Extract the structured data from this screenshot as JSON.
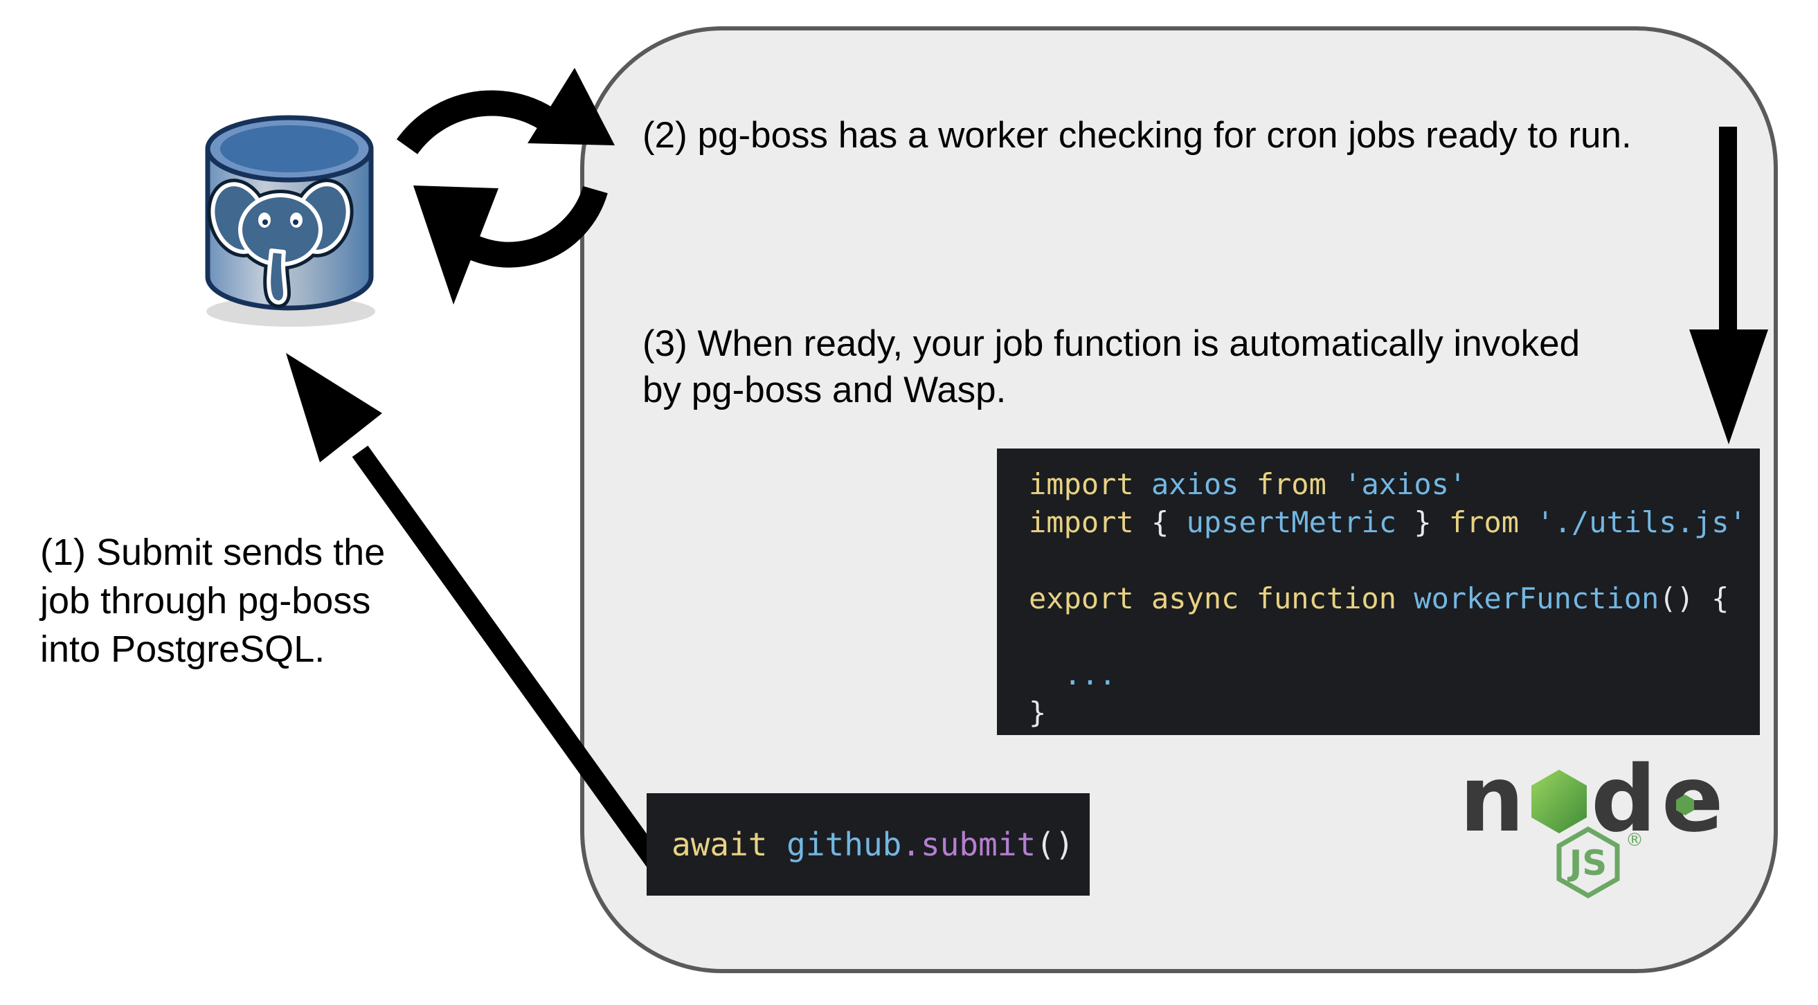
{
  "labels": {
    "step1_line1": "(1) Submit sends the",
    "step1_line2": "job through pg-boss",
    "step1_line3": "into PostgreSQL.",
    "step2": "(2) pg-boss has a worker checking for cron jobs ready to run.",
    "step3_line1": "(3) When ready, your job function is automatically invoked",
    "step3_line2": "by pg-boss and Wasp."
  },
  "colors": {
    "kw": "#e8d283",
    "id": "#74b7e2",
    "str": "#74b7e2",
    "pn": "#e8e8ea",
    "me": "#b57fd0",
    "code_bg": "#1b1d21",
    "container_fill": "#ededed",
    "container_border": "#5a5a5a",
    "node_green": "#6ba864",
    "node_dark": "#3a3a3a",
    "postgres_blue": "#3e6fa6"
  },
  "code_blocks": {
    "worker": {
      "lines": [
        [
          {
            "c": "kw",
            "t": "import "
          },
          {
            "c": "id",
            "t": "axios "
          },
          {
            "c": "kw",
            "t": "from "
          },
          {
            "c": "str",
            "t": "'axios'"
          }
        ],
        [
          {
            "c": "kw",
            "t": "import "
          },
          {
            "c": "pn",
            "t": "{ "
          },
          {
            "c": "id",
            "t": "upsertMetric "
          },
          {
            "c": "pn",
            "t": "} "
          },
          {
            "c": "kw",
            "t": "from "
          },
          {
            "c": "str",
            "t": "'./utils.js'"
          }
        ],
        [],
        [
          {
            "c": "kw",
            "t": "export async function "
          },
          {
            "c": "id",
            "t": "workerFunction"
          },
          {
            "c": "pn",
            "t": "() {"
          }
        ],
        [],
        [
          {
            "c": "id",
            "t": "  ..."
          }
        ],
        [
          {
            "c": "pn",
            "t": "}"
          }
        ]
      ]
    },
    "submit": {
      "lines": [
        [
          {
            "c": "kw",
            "t": "await "
          },
          {
            "c": "id",
            "t": "github"
          },
          {
            "c": "me",
            "t": ".submit"
          },
          {
            "c": "pn",
            "t": "()"
          }
        ]
      ]
    }
  },
  "node_logo": {
    "letter_n": "n",
    "letter_d": "d",
    "letter_e": "e",
    "badge": "JS",
    "registered": "®"
  }
}
